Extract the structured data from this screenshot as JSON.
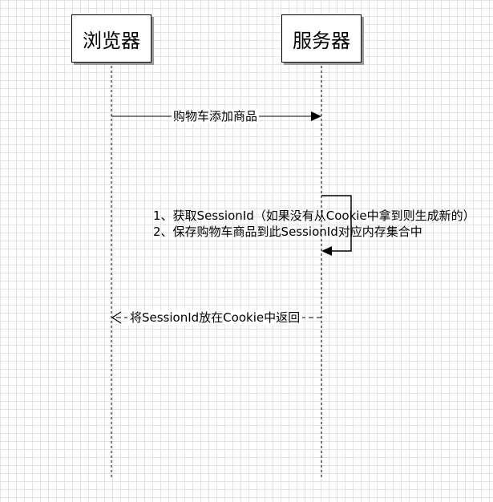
{
  "participants": {
    "browser": "浏览器",
    "server": "服务器"
  },
  "messages": {
    "add_to_cart": "购物车添加商品",
    "self_step_1": "1、获取SessionId（如果没有从Cookie中拿到则生成新的）",
    "self_step_2": "2、保存购物车商品到此SessionId对应内存集合中",
    "return_session": "将SessionId放在Cookie中返回"
  },
  "colors": {
    "grid": "#e3e3e3",
    "line": "#000000",
    "shadow": "#9a9a9a"
  }
}
